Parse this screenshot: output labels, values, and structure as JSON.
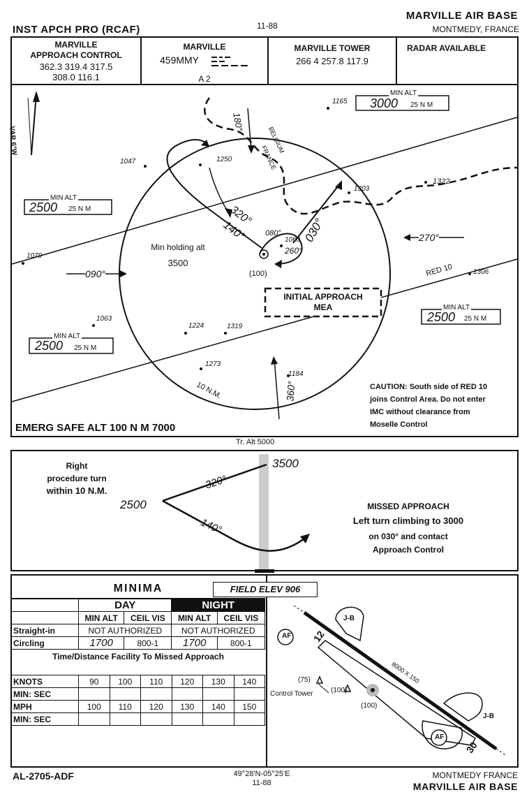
{
  "header": {
    "title_left": "INST APCH PRO (RCAF)",
    "date_top": "11-88",
    "base_name": "MARVILLE AIR BASE",
    "location": "MONTMEDY, FRANCE"
  },
  "comms": {
    "approach_title_1": "MARVILLE",
    "approach_title_2": "APPROACH CONTROL",
    "approach_freqs_1": "362.3  319.4  317.5",
    "approach_freqs_2": "308.0   116.1",
    "navaid_title": "MARVILLE",
    "navaid_ident": "459MMY",
    "navaid_class": "A 2",
    "tower_title": "MARVILLE TOWER",
    "tower_freqs": "266 4   257.8   117.9",
    "radar": "RADAR AVAILABLE"
  },
  "plan": {
    "var": "VAR 6°W",
    "min_alt_label": "MIN ALT",
    "min_alt_ne": "3000",
    "min_alt_w": "2500",
    "min_alt_sw": "2500",
    "min_alt_e": "2500",
    "min_alt_unit": "25 N M",
    "elev_1165": "1165",
    "elev_1047": "1047",
    "elev_1250": "1250",
    "elev_1303": "1303",
    "elev_1322": "1322",
    "elev_1060": "1060",
    "elev_1079": "1079",
    "elev_1306": "1306",
    "elev_1063": "1063",
    "elev_1224": "1224",
    "elev_1319": "1319",
    "elev_1273": "1273",
    "elev_1184": "1184",
    "elev_100": "(100)",
    "crs_180": "180°",
    "crs_320": "320°",
    "crs_140": "140°",
    "crs_080": "080°",
    "crs_260": "260°",
    "crs_030": "030°",
    "crs_090": "090°",
    "crs_270": "270°",
    "crs_360": "360°",
    "border_belgium": "BELGIUM",
    "border_france": "FRANCE",
    "red10": "RED 10",
    "holding_1": "Min holding alt",
    "holding_2": "3500",
    "initial_1": "INITIAL APPROACH",
    "initial_2": "MEA",
    "ring": "10 N.M.",
    "caution_1": "CAUTION: South side of RED 10",
    "caution_2": "joins Control Area. Do not enter",
    "caution_3": "IMC without clearance from",
    "caution_4": "Moselle Control",
    "emerg": "EMERG SAFE ALT 100 N M 7000"
  },
  "profile": {
    "tr_alt": "Tr. Alt 5000",
    "pt_1": "Right",
    "pt_2": "procedure turn",
    "pt_3": "within 10 N.M.",
    "alt_3500": "3500",
    "alt_2500": "2500",
    "crs_320": "320°",
    "crs_140": "140°",
    "ma_title": "MISSED APPROACH",
    "ma_1": "Left turn climbing to 3000",
    "ma_2": "on 030° and contact",
    "ma_3": "Approach Control"
  },
  "minima": {
    "title": "MINIMA",
    "field_elev": "FIELD ELEV 906",
    "day": "DAY",
    "night": "NIGHT",
    "col_min_alt": "MIN ALT",
    "col_ceil_vis": "CEIL VIS",
    "straight_in": "Straight-in",
    "not_auth_1": "NOT AUTHORIZED",
    "not_auth_2": "NOT AUTHORIZED",
    "circling": "Circling",
    "circ_day_alt": "1700",
    "circ_day_cv": "800-1",
    "circ_night_alt": "1700",
    "circ_night_cv": "800-1",
    "time_dist": "Time/Distance Facility To Missed Approach",
    "knots": "KNOTS",
    "knots_vals": [
      "90",
      "100",
      "110",
      "120",
      "130",
      "140"
    ],
    "min_sec": "MIN:  SEC",
    "mph": "MPH",
    "mph_vals": [
      "100",
      "110",
      "120",
      "130",
      "140",
      "150"
    ]
  },
  "airport": {
    "af": "AF",
    "jb": "J-B",
    "rwy_12": "12",
    "rwy_30": "30",
    "rwy_dims": "8000 X 150",
    "obst_75": "(75)",
    "obst_100a": "(100)",
    "obst_100b": "(100)",
    "tower": "Control Tower"
  },
  "footer": {
    "chart_id": "AL-2705-ADF",
    "coords": "49°28'N-05°25'E",
    "date": "11-88",
    "location": "MONTMEDY  FRANCE",
    "base_name": "MARVILLE AIR BASE"
  }
}
